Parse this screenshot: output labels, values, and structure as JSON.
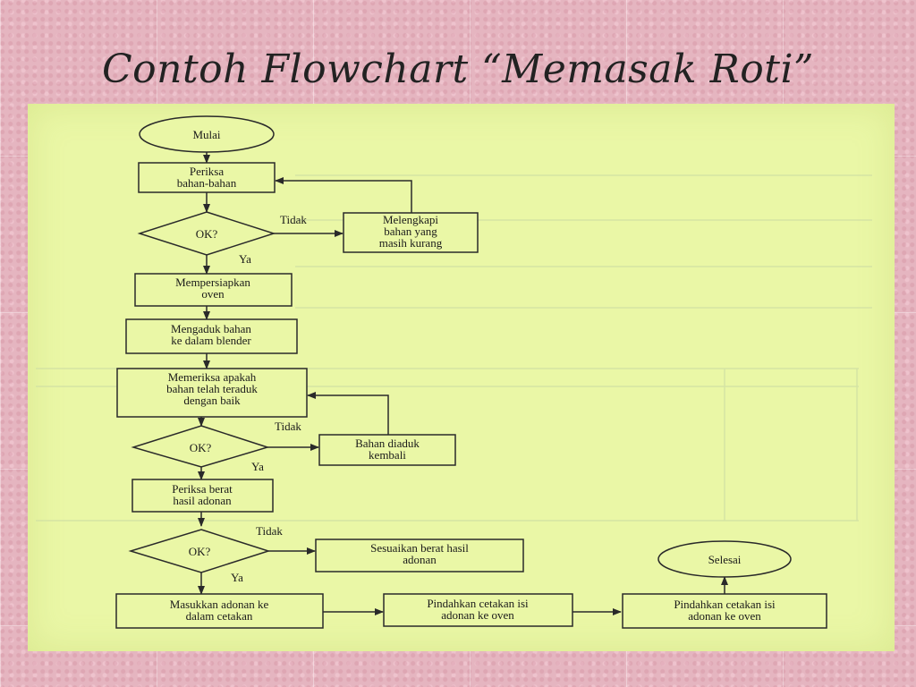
{
  "title": "Contoh Flowchart “Memasak Roti”",
  "nodes": {
    "mulai": "Mulai",
    "periksa1": "Periksa",
    "periksa2": "bahan-bahan",
    "ok1": "OK?",
    "melengkapi1": "Melengkapi",
    "melengkapi2": "bahan yang",
    "melengkapi3": "masih kurang",
    "oven1": "Mempersiapkan",
    "oven2": "oven",
    "aduk1": "Mengaduk bahan",
    "aduk2": "ke dalam blender",
    "memeriksa1": "Memeriksa apakah",
    "memeriksa2": "bahan telah teraduk",
    "memeriksa3": "dengan baik",
    "ok2": "OK?",
    "diaduk1": "Bahan diaduk",
    "diaduk2": "kembali",
    "berat1": "Periksa berat",
    "berat2": "hasil adonan",
    "ok3": "OK?",
    "sesuaikan1": "Sesuaikan berat hasil",
    "sesuaikan2": "adonan",
    "masukkan1": "Masukkan adonan ke",
    "masukkan2": "dalam cetakan",
    "pindah1a": "Pindahkan cetakan isi",
    "pindah1b": "adonan ke oven",
    "pindah2a": "Pindahkan cetakan isi",
    "pindah2b": "adonan ke oven",
    "selesai": "Selesai"
  },
  "edge_labels": {
    "tidak1": "Tidak",
    "ya1": "Ya",
    "tidak2": "Tidak",
    "ya2": "Ya",
    "tidak3": "Tidak",
    "ya3": "Ya"
  },
  "colors": {
    "background": "#e5b5c0",
    "paper": "#eaf7a6",
    "stroke": "#2a2a2a"
  }
}
